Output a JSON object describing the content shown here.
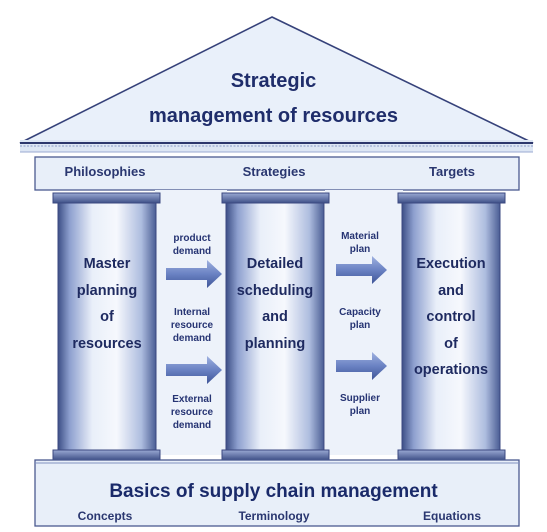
{
  "roof": {
    "line1": "Strategic",
    "line2": "management of resources"
  },
  "beam": {
    "left": "Philosophies",
    "center": "Strategies",
    "right": "Targets"
  },
  "pillars": {
    "left": [
      "Master",
      "planning",
      "of",
      "resources"
    ],
    "center": [
      "Detailed",
      "scheduling",
      "and",
      "planning"
    ],
    "right": [
      "Execution",
      "and",
      "control",
      "of",
      "operations"
    ]
  },
  "left_gap": {
    "top": [
      "product",
      "demand"
    ],
    "middle": [
      "Internal",
      "resource",
      "demand"
    ],
    "bottom": [
      "External",
      "resource",
      "demand"
    ]
  },
  "right_gap": {
    "top": [
      "Material",
      "plan"
    ],
    "middle": [
      "Capacity",
      "plan"
    ],
    "bottom": [
      "Supplier",
      "plan"
    ]
  },
  "base": {
    "title": "Basics of supply chain management",
    "left": "Concepts",
    "center": "Terminology",
    "right": "Equations"
  },
  "colors": {
    "navy": "#1f2d6b",
    "column_light": "#eef3fb",
    "column_dark": "#5b6fa8",
    "arrow": "#6b84c6",
    "panel": "#e6eef9"
  }
}
